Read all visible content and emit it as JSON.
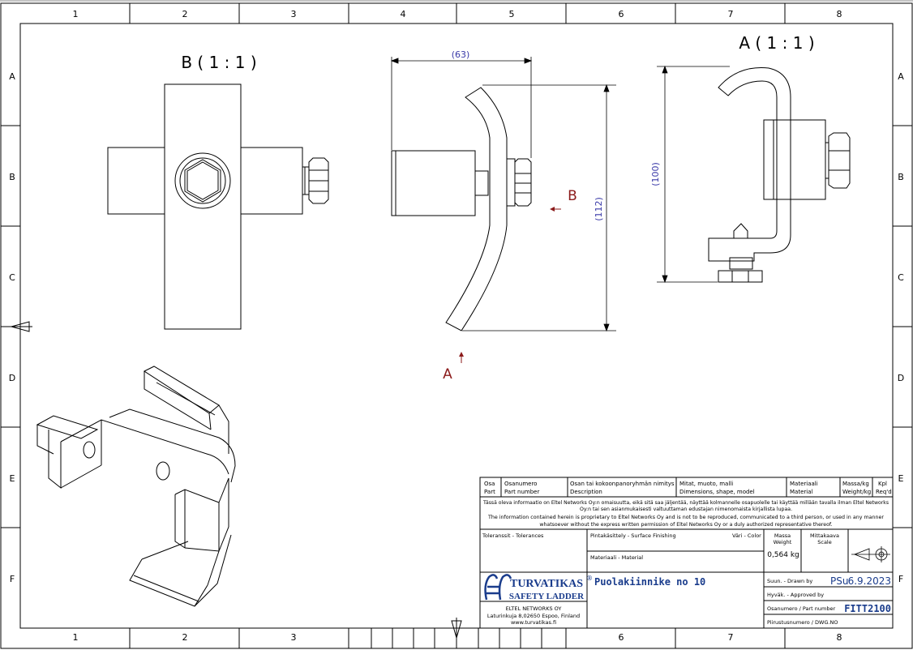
{
  "zone_columns": [
    "1",
    "2",
    "3",
    "4",
    "5",
    "6",
    "7",
    "8"
  ],
  "zone_rows": [
    "A",
    "B",
    "C",
    "D",
    "E",
    "F"
  ],
  "views": {
    "detail_b_label": "B ( 1 : 1 )",
    "detail_a_label": "A ( 1 : 1 )",
    "section_marker_b": "B",
    "section_marker_a": "A"
  },
  "dimensions": {
    "width": "(63)",
    "height_side": "(112)",
    "height_detail": "(100)"
  },
  "title_block": {
    "col_osa": "Osa",
    "col_part": "Part",
    "col_osanumero": "Osanumero",
    "col_part_number": "Part number",
    "col_nimitys": "Osan tai kokoonpanoryhmän nimitys",
    "col_description": "Description",
    "col_mitat": "Mitat, muoto, malli",
    "col_dimensions": "Dimensions, shape, model",
    "col_materiaali": "Materiaali",
    "col_material": "Material",
    "col_massa": "Massa/kg",
    "col_weight": "Weight/kg",
    "col_kpl": "Kpl",
    "col_reqd": "Req'd",
    "notice_fi_1": "Tässä oleva informaatio on Eltel Networks Oy:n omaisuutta, eikä sitä saa jäljentää, näyttää kolmannelle osapuolelle tai käyttää millään tavalla ilman Eltel Networks",
    "notice_fi_2": "Oy:n tai sen asianmukaisesti valtuuttaman edustajan nimenomaista kirjallista lupaa.",
    "notice_en_1": "The information contained herein is proprietary to Eltel Networks Oy and is not to be reproduced, communicated to a third person, or used in any manner",
    "notice_en_2": "whatsoever without the express written permission of Eltel Networks Oy or a duly authorized representative thereof.",
    "tolerances": "Toleranssit - Tolerances",
    "surface": "Pintakäsittely - Surface Finishing",
    "color": "Väri - Color",
    "material_row": "Materiaali - Material",
    "mass_label_1": "Massa",
    "mass_label_2": "Weight",
    "mass_value": "0,564 kg",
    "scale_label_1": "Mittakaava",
    "scale_label_2": "Scale",
    "brand_line1": "TURVATIKAS",
    "brand_line2": "SAFETY LADDER",
    "registered": "®",
    "company": "ELTEL NETWORKS OY",
    "address": "Laturinkuja 8,02650 Espoo, Finland",
    "website": "www.turvatikas.fi",
    "part_title": "Puolakiinnike no 10",
    "drawn_by_label": "Suun. - Drawn by",
    "drawn_by_value": "PSu",
    "drawn_date": "6.9.2023",
    "approved_label": "Hyväk. - Approved by",
    "part_number_label": "Osanumero / Part number",
    "part_number_value": "FITT2100",
    "dwg_label": "Piirustusnumero / DWG.NO",
    "brand_color": "#1a3c8c",
    "dim_color": "#3a3aa8",
    "marker_color": "#8b1a1a"
  }
}
